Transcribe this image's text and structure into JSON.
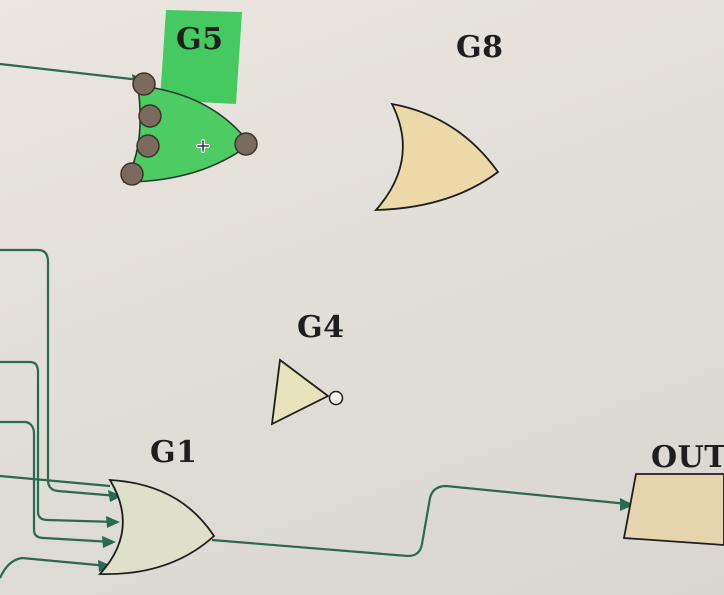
{
  "circuit": {
    "gates": {
      "g5": {
        "label": "G5",
        "type": "OR",
        "selected": true
      },
      "g8": {
        "label": "G8",
        "type": "OR"
      },
      "g4": {
        "label": "G4",
        "type": "NOT"
      },
      "g1": {
        "label": "G1",
        "type": "OR"
      }
    },
    "output": {
      "label": "OUT"
    }
  },
  "colors": {
    "wire": "#2a6a52",
    "selection": "#3cc85a",
    "gate_fill": "#ecd9a8",
    "g1_fill": "#dfe0c9",
    "g4_fill": "#e7e3bd",
    "output_fill": "#e6d4ae",
    "port": "#7a6b5e"
  },
  "icons": {
    "cursor": "move-cursor-icon"
  }
}
